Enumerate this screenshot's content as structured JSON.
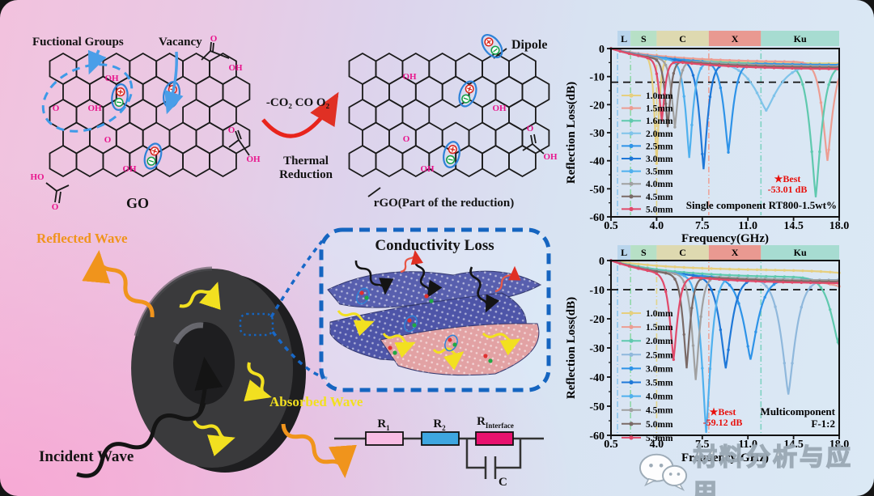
{
  "scheme": {
    "functional_groups": "Fuctional Groups",
    "vacancy": "Vacancy",
    "go_caption": "GO",
    "dipole": "Dipole",
    "rgo_caption": "rGO(Part of the reduction)",
    "reaction_gases": "-CO₂ CO O₂",
    "thermal_line1": "Thermal",
    "thermal_line2": "Reduction",
    "go_chem_labels": [
      "OH",
      "O",
      "OH",
      "O",
      "OH",
      "HO",
      "O",
      "O",
      "OH",
      "O",
      "OH"
    ],
    "rgo_chem_labels": [
      "OH",
      "OH",
      "O",
      "OH",
      "O",
      "OH"
    ]
  },
  "waves": {
    "reflected": "Reflected Wave",
    "incident": "Incident Wave",
    "absorbed": "Absorbed Wave"
  },
  "inset": {
    "title": "Conductivity Loss"
  },
  "circuit": {
    "r1_main": "R",
    "r1_sub": "1",
    "r2_main": "R",
    "r2_sub": "2",
    "r3_main": "R",
    "r3_sub": "Interface",
    "capacitor": "C"
  },
  "watermark": {
    "text": "材料分析与应用"
  },
  "chart_data": [
    {
      "type": "line",
      "title_lines": [
        "Single component RT800-1.5wt%"
      ],
      "xlabel": "Frequency(GHz)",
      "ylabel": "Reflection Loss(dB)",
      "xlim": [
        0.5,
        18.0
      ],
      "ylim": [
        -60,
        0
      ],
      "x_ticks": [
        "0.5",
        "4.0",
        "7.5",
        "11.0",
        "14.5",
        "18.0"
      ],
      "y_ticks": [
        0,
        -10,
        -20,
        -30,
        -40,
        -50,
        -60
      ],
      "threshold_db": -12,
      "best_tag": "★Best",
      "best_value": "-53.01 dB",
      "bands": [
        {
          "label": "L",
          "from": 1,
          "to": 2,
          "color": "#b9d5ec"
        },
        {
          "label": "S",
          "from": 2,
          "to": 4,
          "color": "#b7e0c6"
        },
        {
          "label": "C",
          "from": 4,
          "to": 8,
          "color": "#ded9b0"
        },
        {
          "label": "X",
          "from": 8,
          "to": 12,
          "color": "#e99991"
        },
        {
          "label": "Ku",
          "from": 12,
          "to": 18,
          "color": "#a7dcd1"
        }
      ],
      "boundary_lines": [
        {
          "x": 1,
          "color": "#8ec6ec"
        },
        {
          "x": 2,
          "color": "#8fd8a8"
        },
        {
          "x": 4,
          "color": "#e2d48c"
        },
        {
          "x": 8,
          "color": "#eca49a"
        },
        {
          "x": 12,
          "color": "#7fd2c2"
        }
      ],
      "series": [
        {
          "label": "1.0mm",
          "color": "#e6cf7e",
          "dip_freq_ghz": 4.0,
          "rl_min_db": -41.0,
          "dip_width_ghz": 0.25,
          "plateau_db": -5.5
        },
        {
          "label": "1.5mm",
          "color": "#ec9d92",
          "dip_freq_ghz": 17.1,
          "rl_min_db": -40.0,
          "dip_width_ghz": 0.55,
          "plateau_db": -5.0
        },
        {
          "label": "1.6mm",
          "color": "#5fc9ae",
          "dip_freq_ghz": 16.2,
          "rl_min_db": -53.01,
          "dip_width_ghz": 0.6,
          "plateau_db": -6.0
        },
        {
          "label": "2.0mm",
          "color": "#7fc3ea",
          "dip_freq_ghz": 12.4,
          "rl_min_db": -22.0,
          "dip_width_ghz": 1.3,
          "plateau_db": -6.0
        },
        {
          "label": "2.5mm",
          "color": "#2e93e8",
          "dip_freq_ghz": 9.5,
          "rl_min_db": -37.0,
          "dip_width_ghz": 0.5,
          "plateau_db": -6.0
        },
        {
          "label": "3.0mm",
          "color": "#1f78d8",
          "dip_freq_ghz": 7.6,
          "rl_min_db": -43.0,
          "dip_width_ghz": 0.45,
          "plateau_db": -6.5
        },
        {
          "label": "3.5mm",
          "color": "#4fb0ee",
          "dip_freq_ghz": 6.5,
          "rl_min_db": -39.0,
          "dip_width_ghz": 0.4,
          "plateau_db": -6.5
        },
        {
          "label": "4.0mm",
          "color": "#a0a0a0",
          "dip_freq_ghz": 5.4,
          "rl_min_db": -28.0,
          "dip_width_ghz": 0.35,
          "plateau_db": -6.5
        },
        {
          "label": "4.5mm",
          "color": "#7a6a66",
          "dip_freq_ghz": 4.85,
          "rl_min_db": -28.0,
          "dip_width_ghz": 0.3,
          "plateau_db": -7.0
        },
        {
          "label": "5.0mm",
          "color": "#e04a6a",
          "dip_freq_ghz": 4.4,
          "rl_min_db": -26.0,
          "dip_width_ghz": 0.3,
          "plateau_db": -7.5
        }
      ]
    },
    {
      "type": "line",
      "title_lines": [
        "Multicomponent",
        "F-1:2"
      ],
      "xlabel": "Frequency(GHz)",
      "ylabel": "Reflection Loss(dB)",
      "xlim": [
        0.5,
        18.0
      ],
      "ylim": [
        -60,
        0
      ],
      "x_ticks": [
        "0.5",
        "4.0",
        "7.5",
        "11.0",
        "14.5",
        "18.0"
      ],
      "y_ticks": [
        0,
        -10,
        -20,
        -30,
        -40,
        -50,
        -60
      ],
      "threshold_db": -10,
      "best_tag": "★Best",
      "best_value": "-59.12 dB",
      "bands": [
        {
          "label": "L",
          "from": 1,
          "to": 2,
          "color": "#b9d5ec"
        },
        {
          "label": "S",
          "from": 2,
          "to": 4,
          "color": "#b7e0c6"
        },
        {
          "label": "C",
          "from": 4,
          "to": 8,
          "color": "#ded9b0"
        },
        {
          "label": "X",
          "from": 8,
          "to": 12,
          "color": "#e99991"
        },
        {
          "label": "Ku",
          "from": 12,
          "to": 18,
          "color": "#a7dcd1"
        }
      ],
      "boundary_lines": [
        {
          "x": 1,
          "color": "#8ec6ec"
        },
        {
          "x": 2,
          "color": "#8fd8a8"
        },
        {
          "x": 4,
          "color": "#e2d48c"
        },
        {
          "x": 8,
          "color": "#eca49a"
        },
        {
          "x": 12,
          "color": "#7fd2c2"
        }
      ],
      "series": [
        {
          "label": "1.0mm",
          "color": "#e6cf7e",
          "dip_freq_ghz": 23.0,
          "rl_min_db": -9.0,
          "dip_width_ghz": 3.0,
          "plateau_db": -3.5
        },
        {
          "label": "1.5mm",
          "color": "#ec9d92",
          "dip_freq_ghz": 21.0,
          "rl_min_db": -16.0,
          "dip_width_ghz": 2.2,
          "plateau_db": -7.0
        },
        {
          "label": "2.0mm",
          "color": "#5fc9ae",
          "dip_freq_ghz": 17.9,
          "rl_min_db": -28.0,
          "dip_width_ghz": 0.8,
          "plateau_db": -6.0
        },
        {
          "label": "2.5mm",
          "color": "#8fb8dc",
          "dip_freq_ghz": 14.1,
          "rl_min_db": -46.0,
          "dip_width_ghz": 0.75,
          "plateau_db": -7.0
        },
        {
          "label": "3.0mm",
          "color": "#2e93e8",
          "dip_freq_ghz": 11.2,
          "rl_min_db": -34.0,
          "dip_width_ghz": 0.8,
          "plateau_db": -7.0
        },
        {
          "label": "3.5mm",
          "color": "#1f78d8",
          "dip_freq_ghz": 9.3,
          "rl_min_db": -37.0,
          "dip_width_ghz": 0.65,
          "plateau_db": -7.0
        },
        {
          "label": "4.0mm",
          "color": "#4fb0ee",
          "dip_freq_ghz": 7.8,
          "rl_min_db": -59.12,
          "dip_width_ghz": 0.5,
          "plateau_db": -7.0
        },
        {
          "label": "4.5mm",
          "color": "#a0a0a0",
          "dip_freq_ghz": 7.0,
          "rl_min_db": -41.0,
          "dip_width_ghz": 0.42,
          "plateau_db": -7.0
        },
        {
          "label": "5.0mm",
          "color": "#7a6a66",
          "dip_freq_ghz": 6.3,
          "rl_min_db": -37.0,
          "dip_width_ghz": 0.38,
          "plateau_db": -7.5
        },
        {
          "label": "5.5mm",
          "color": "#e04a6a",
          "dip_freq_ghz": 5.3,
          "rl_min_db": -34.0,
          "dip_width_ghz": 0.42,
          "plateau_db": -8.0
        }
      ]
    }
  ]
}
